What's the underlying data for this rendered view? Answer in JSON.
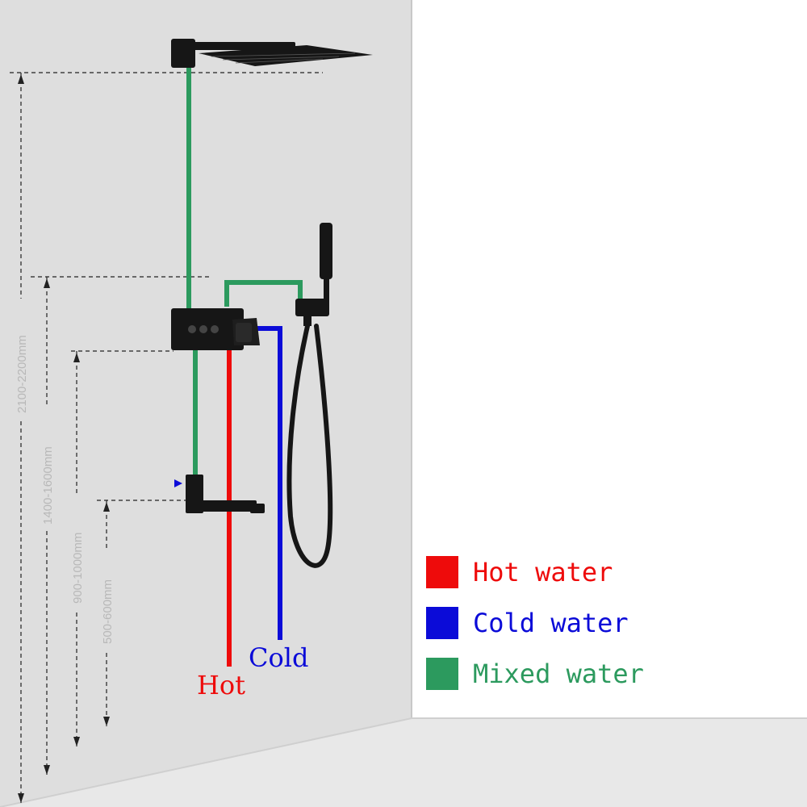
{
  "colors": {
    "hot": "#ee0b0b",
    "cold": "#0b0bd8",
    "mixed": "#2c9a5e",
    "fixture": "#161616",
    "wall": "#dcdcdc",
    "dimension": "#222222"
  },
  "dimensions": [
    {
      "id": "dim-head",
      "label": "2100-2200mm"
    },
    {
      "id": "dim-valve",
      "label": "1400-1600mm"
    },
    {
      "id": "dim-body",
      "label": "900-1000mm"
    },
    {
      "id": "dim-spout",
      "label": "500-600mm"
    }
  ],
  "pipe_labels": {
    "hot": "Hot",
    "cold": "Cold"
  },
  "legend": [
    {
      "label": "Hot water",
      "color": "#ee0b0b"
    },
    {
      "label": "Cold water",
      "color": "#0b0bd8"
    },
    {
      "label": "Mixed water",
      "color": "#2c9a5e"
    }
  ]
}
